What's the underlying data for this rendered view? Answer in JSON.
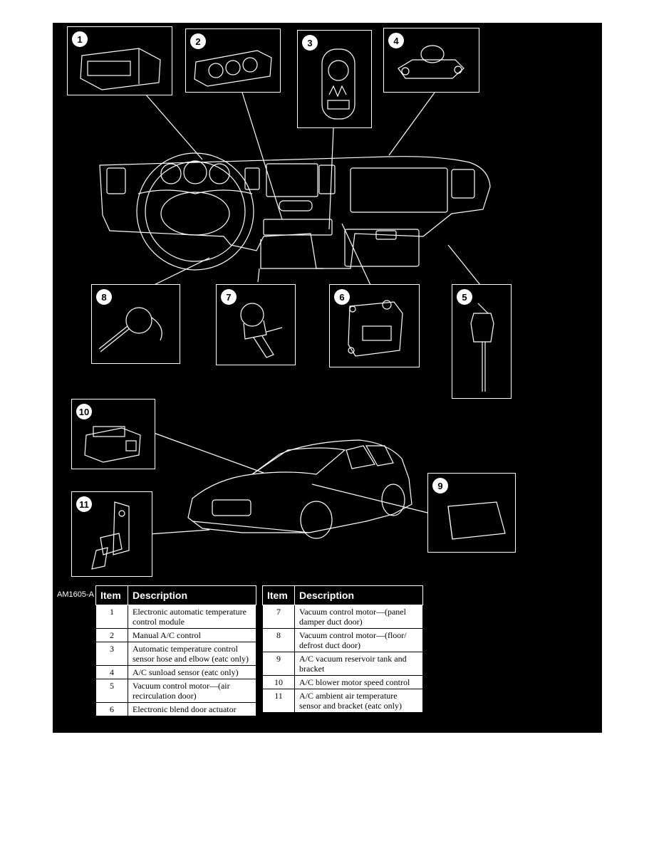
{
  "figure": {
    "code": "AM1605-A",
    "callout_numbers": [
      "1",
      "2",
      "3",
      "4",
      "5",
      "6",
      "7",
      "8",
      "9",
      "10",
      "11"
    ]
  },
  "legend": {
    "header_item": "Item",
    "header_description": "Description",
    "left_rows": [
      {
        "item": "1",
        "description": "Electronic automatic temperature control module"
      },
      {
        "item": "2",
        "description": "Manual A/C control"
      },
      {
        "item": "3",
        "description": "Automatic temperature control sensor hose and elbow (eatc only)"
      },
      {
        "item": "4",
        "description": "A/C sunload sensor (eatc only)"
      },
      {
        "item": "5",
        "description": "Vacuum control motor—(air recirculation door)"
      },
      {
        "item": "6",
        "description": "Electronic blend door actuator"
      }
    ],
    "right_rows": [
      {
        "item": "7",
        "description": "Vacuum control motor—(panel damper duct door)"
      },
      {
        "item": "8",
        "description": "Vacuum control motor—(floor/ defrost duct door)"
      },
      {
        "item": "9",
        "description": "A/C vacuum reservoir tank and bracket"
      },
      {
        "item": "10",
        "description": "A/C blower motor speed control"
      },
      {
        "item": "11",
        "description": "A/C ambient air temperature sensor and bracket (eatc only)"
      }
    ]
  }
}
